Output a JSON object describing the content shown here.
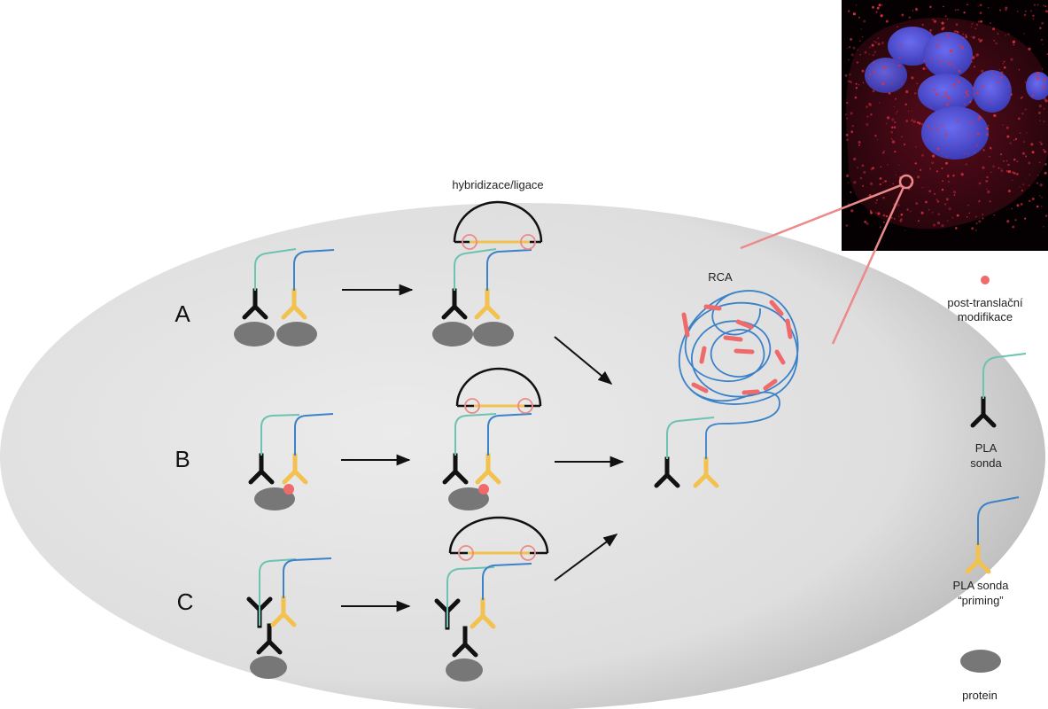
{
  "step_label": "hybridizace/ligace",
  "rows": [
    {
      "label": "A",
      "variant": "two-proteins"
    },
    {
      "label": "B",
      "variant": "post-translational-modification"
    },
    {
      "label": "C",
      "variant": "primary-secondary-antibody"
    }
  ],
  "product_label": "RCA",
  "legend": {
    "ptm": [
      "post-translační",
      "modifikace"
    ],
    "pla_probe": [
      "PLA",
      "sonda"
    ],
    "pla_probe_priming": [
      "PLA sonda",
      "“priming”"
    ],
    "protein": "protein"
  },
  "colors": {
    "cell": "#d9d9d9",
    "protein": "#777777",
    "antibody_primary": "#111111",
    "antibody_priming": "#f2c14e",
    "oligo_green": "#6cc3b0",
    "oligo_blue": "#3b82c9",
    "ptm_dot": "#ef6b6b",
    "connector": "#ec8a8a",
    "micrograph_nuclei": "#4a4ad0",
    "micrograph_signal": "#c21a2b"
  }
}
